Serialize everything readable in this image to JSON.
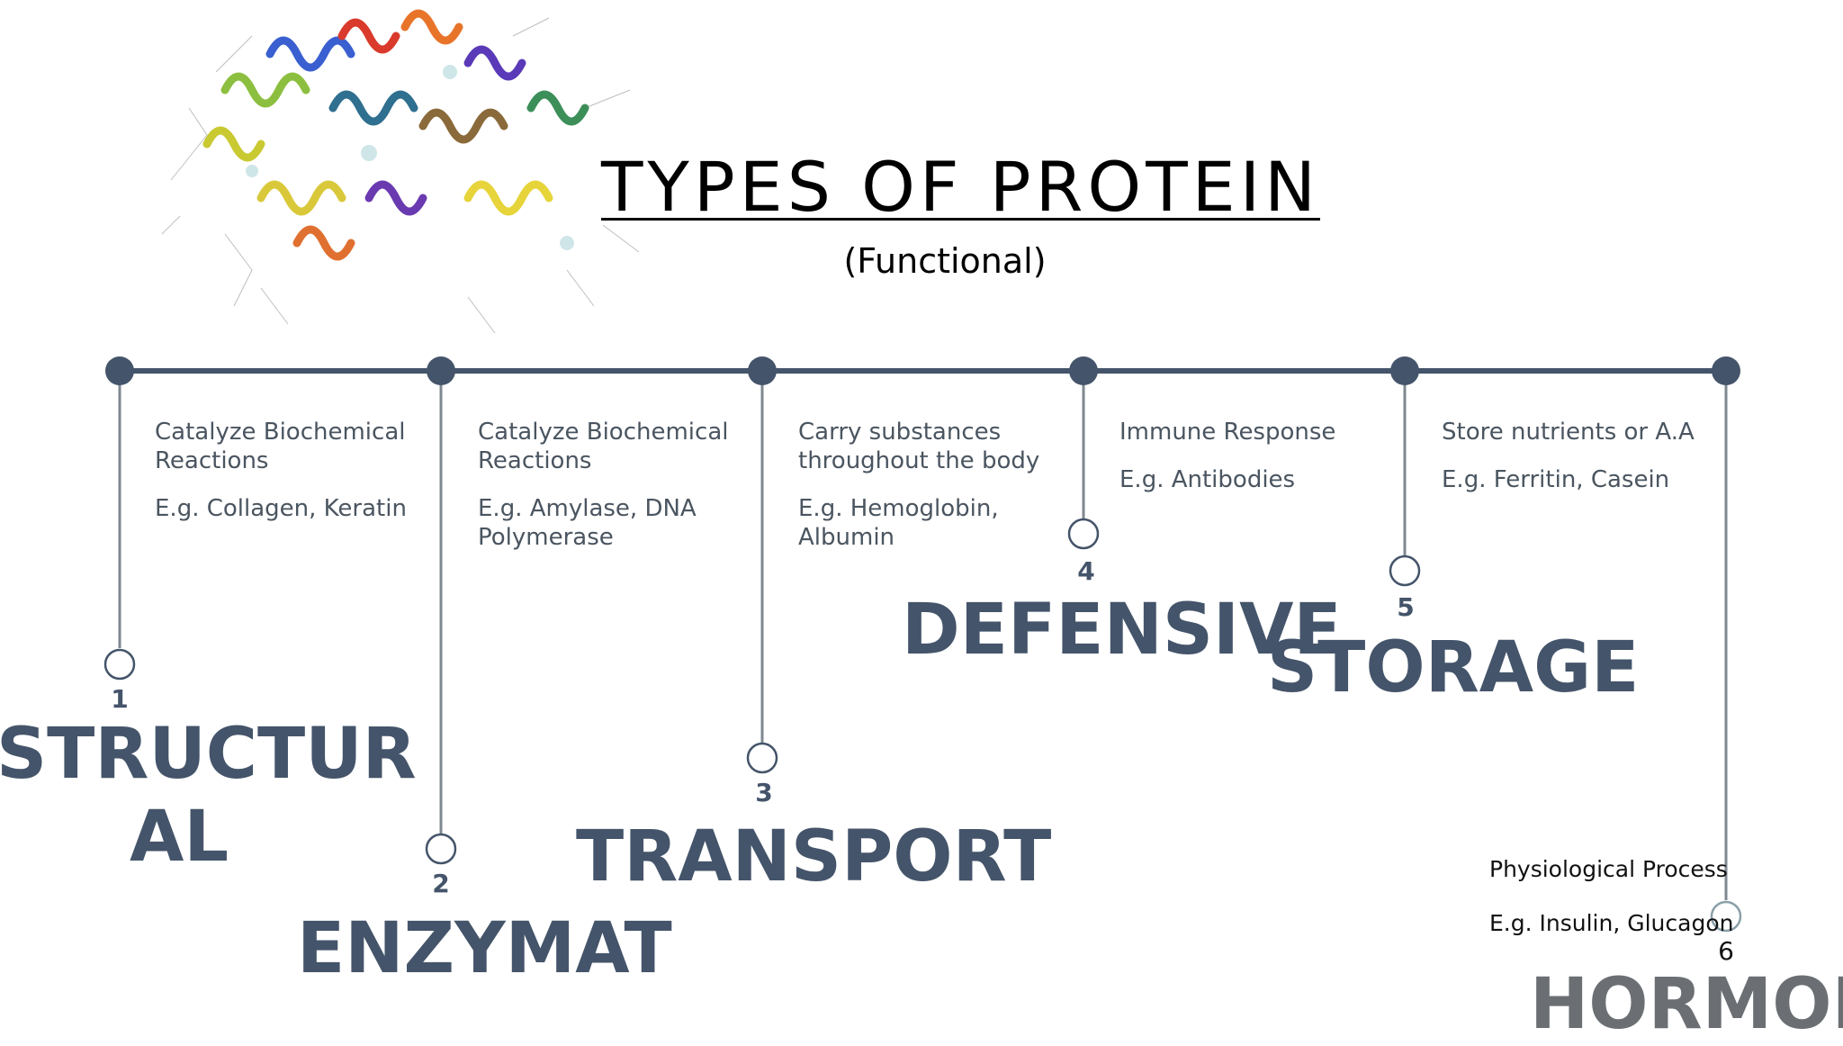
{
  "title": "TYPES OF PROTEIN",
  "subtitle": "(Functional)",
  "items": [
    {
      "number": "1",
      "label_lines": [
        "STRUCTUR",
        "AL"
      ],
      "desc": "Catalyze Biochemical Reactions",
      "example": "E.g. Collagen, Keratin"
    },
    {
      "number": "2",
      "label": "ENZYMAT",
      "desc": "Catalyze Biochemical Reactions",
      "example": "E.g. Amylase, DNA Polymerase"
    },
    {
      "number": "3",
      "label": "TRANSPORT",
      "desc": "Carry substances throughout the body",
      "example": "E.g. Hemoglobin, Albumin"
    },
    {
      "number": "4",
      "label": "DEFENSIVE",
      "desc": "Immune Response",
      "example": "E.g. Antibodies"
    },
    {
      "number": "5",
      "label": "STORAGE",
      "desc": "Store nutrients or A.A",
      "example": "E.g. Ferritin, Casein"
    },
    {
      "number": "6",
      "label": "HORMON",
      "desc": "Physiological  Process",
      "example": "E.g. Insulin, Glucagon"
    }
  ],
  "colors": {
    "accent": "#44546a",
    "text": "#4a5560",
    "line": "#7f8890"
  }
}
